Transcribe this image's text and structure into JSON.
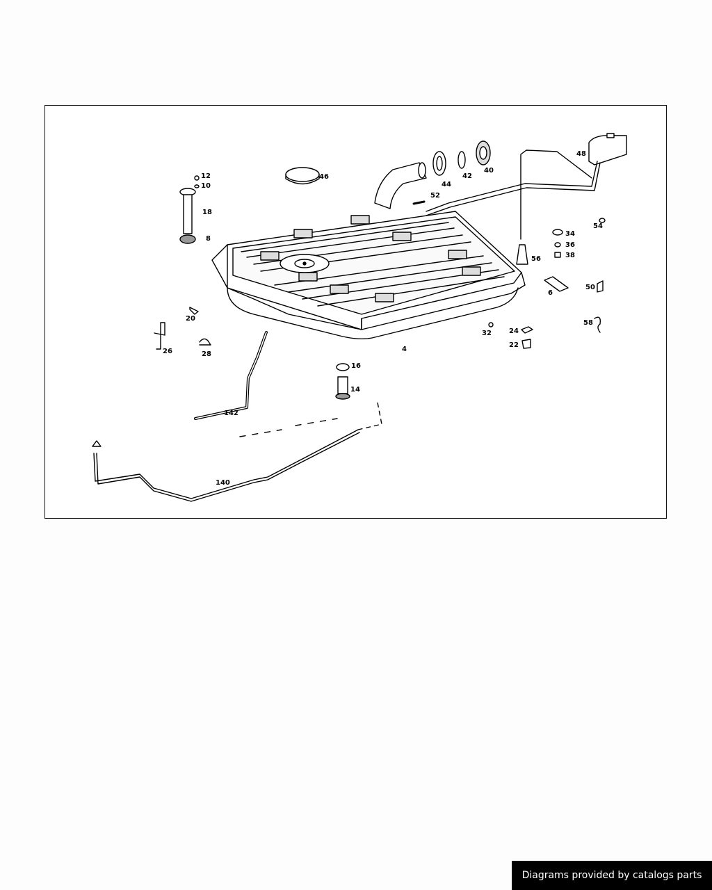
{
  "diagram": {
    "callouts": {
      "c12": "12",
      "c10": "10",
      "c18": "18",
      "c8": "8",
      "c46": "46",
      "c44": "44",
      "c42": "42",
      "c40": "40",
      "c48": "48",
      "c52": "52",
      "c54": "54",
      "c34": "34",
      "c36": "36",
      "c38": "38",
      "c56": "56",
      "c6": "6",
      "c50": "50",
      "c58": "58",
      "c20": "20",
      "c26": "26",
      "c28": "28",
      "c32": "32",
      "c24": "24",
      "c22": "22",
      "c4": "4",
      "c16": "16",
      "c14": "14",
      "c142": "142",
      "c140": "140"
    }
  },
  "footer": {
    "text": "Diagrams provided by catalogs parts"
  }
}
